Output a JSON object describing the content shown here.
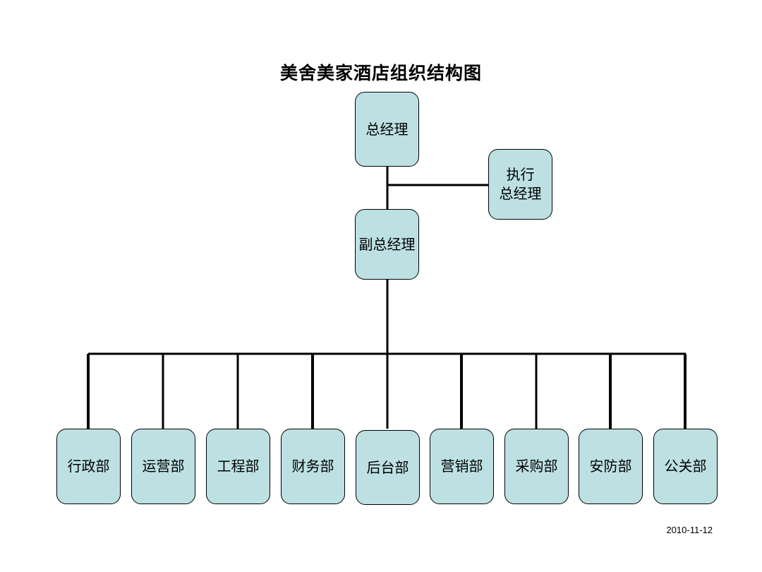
{
  "title": "美舍美家酒店组织结构图",
  "colors": {
    "node_fill": "#bde1e3",
    "node_border": "#000000",
    "line": "#000000"
  },
  "nodes": {
    "general_manager": "总经理",
    "executive_gm": "执行\n总经理",
    "deputy_gm": "副总经理"
  },
  "departments": [
    "行政部",
    "运营部",
    "工程部",
    "财务部",
    "后台部",
    "营销部",
    "采购部",
    "安防部",
    "公关部"
  ],
  "footer": {
    "date": "2010-11-12"
  }
}
